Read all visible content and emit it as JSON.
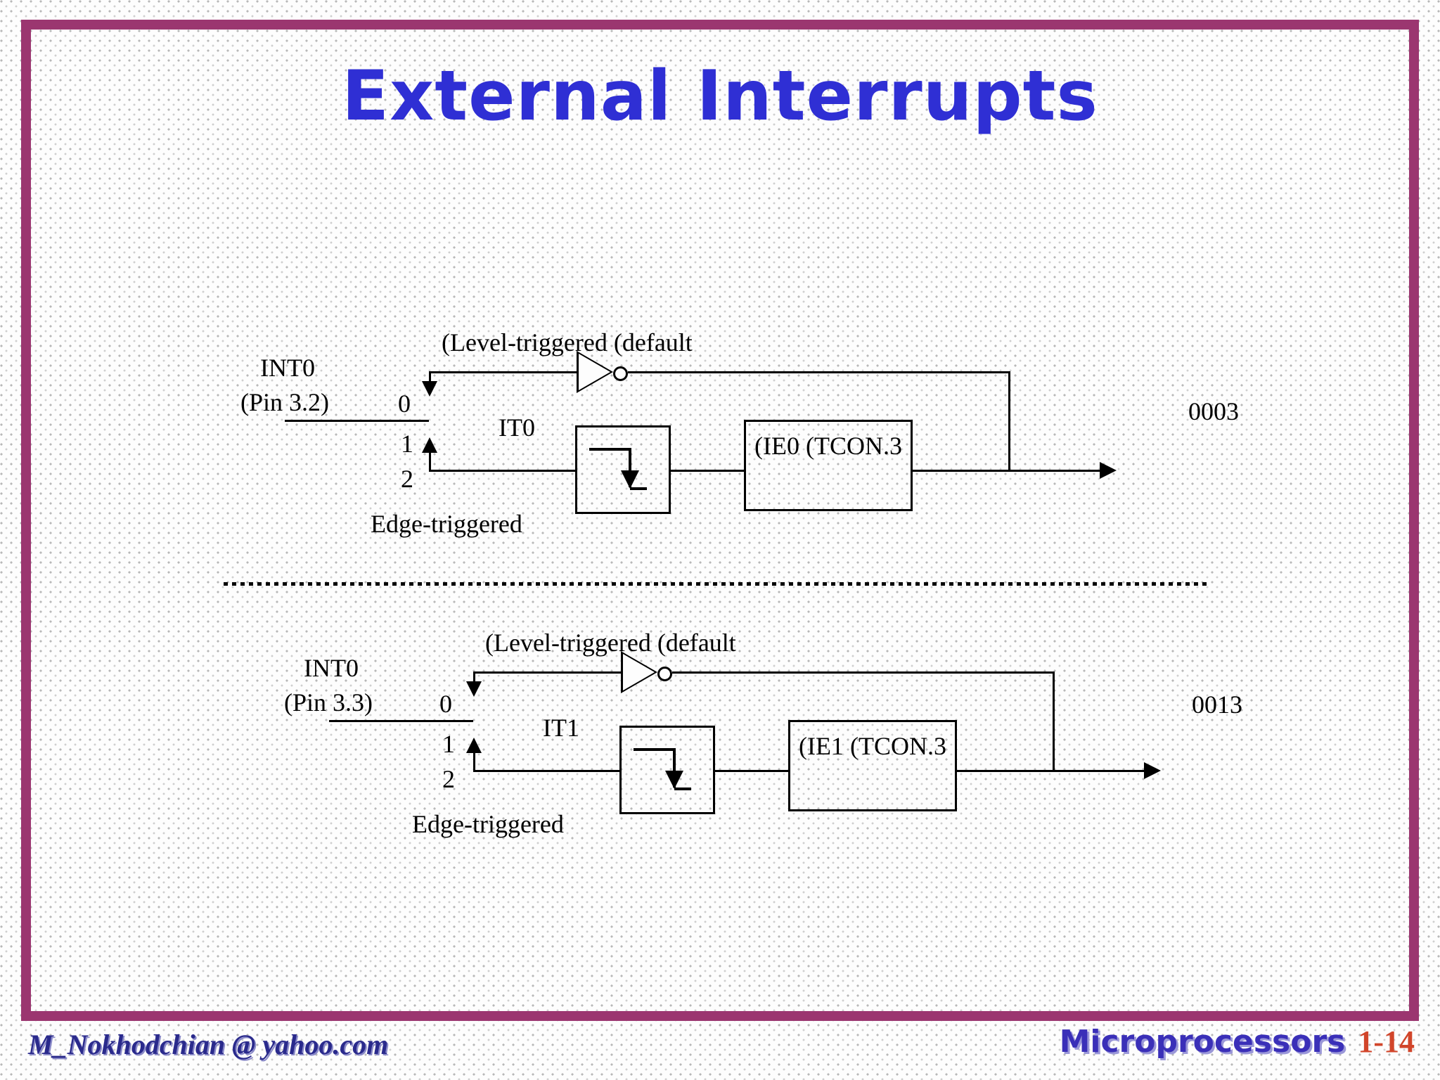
{
  "slide": {
    "title": "External Interrupts",
    "border_color": "#9b3670",
    "title_color": "#2f2fd4"
  },
  "diagrams": [
    {
      "id": "int0-diagram",
      "signal_name": "INT0",
      "pin_label": "(Pin 3.2)",
      "selector_top_option": "0",
      "selector_mid_option": "1",
      "selector_bottom_option": "2",
      "level_label": "(Level-triggered (default",
      "edge_label": "Edge-triggered",
      "it_label": "IT0",
      "edge_detector_name": "falling-edge-detector",
      "flag_box_label": "(IE0 (TCON.3",
      "vector_address": "0003"
    },
    {
      "id": "int1-diagram",
      "signal_name": "INT0",
      "pin_label": "(Pin 3.3)",
      "selector_top_option": "0",
      "selector_mid_option": "1",
      "selector_bottom_option": "2",
      "level_label": "(Level-triggered (default",
      "edge_label": "Edge-triggered",
      "it_label": "IT1",
      "edge_detector_name": "falling-edge-detector",
      "flag_box_label": "(IE1 (TCON.3",
      "vector_address": "0013"
    }
  ],
  "footer": {
    "email": "M_Nokhodchian @ yahoo.com",
    "course": "Microprocessors",
    "page": "1-14",
    "page_color": "#d1452a",
    "course_color": "#3a2fb8"
  }
}
